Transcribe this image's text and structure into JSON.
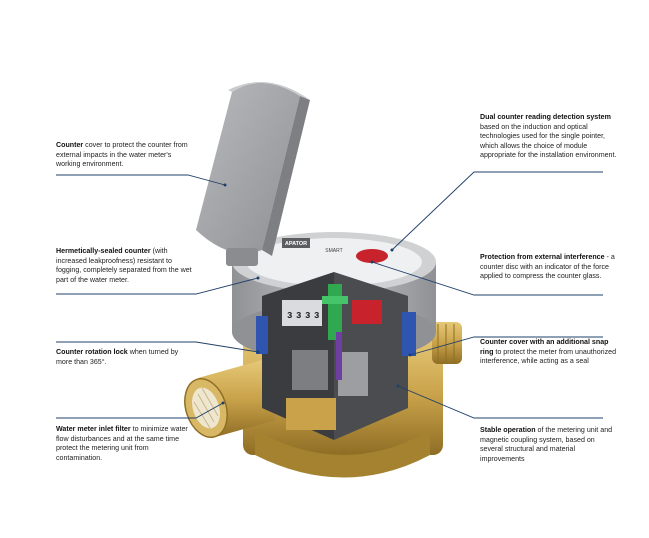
{
  "callouts": {
    "counter_cover": {
      "bold": "Counter",
      "text": " cover to protect the counter from external impacts in the water meter's working environment."
    },
    "hermetic_counter": {
      "bold": "Hermetically-sealed counter",
      "text": " (with increased leakproofness) resistant to fogging, completely separated from the wet part of the water meter."
    },
    "rotation_lock": {
      "bold": "Counter rotation lock",
      "text": " when turned by more than 365°."
    },
    "inlet_filter": {
      "bold": "Water meter inlet filter",
      "text": " to minimize water flow disturbances and at the same time protect the metering unit from contamination."
    },
    "dual_reading": {
      "bold": "Dual counter reading detection system",
      "text": " based on the induction and optical technologies used for the single pointer, which allows the choice of module appropriate for the installation environment."
    },
    "external_interference": {
      "bold": "Protection from external interference",
      "text": " - a counter disc with an indicator of the force applied to compress the counter glass."
    },
    "snap_ring": {
      "bold": "Counter cover with an additional snap ring",
      "text": " to protect the meter from unauthorized interference, while acting as a seal"
    },
    "stable_operation": {
      "bold": "Stable operation",
      "text": " of the metering unit and magnetic coupling system, based on several structural and material improvements"
    }
  },
  "device": {
    "brand": "APATOR",
    "model": "SMART",
    "counter_digits": [
      "3",
      "3",
      "3",
      "3"
    ]
  },
  "colors": {
    "leader_line": "#1f3f68",
    "lid_gray": "#9a9c9f",
    "body_gray": "#a8aaad",
    "brass": "#c9a24a",
    "blue_seal": "#2f55b0",
    "green_part": "#2fa84f",
    "red_part": "#c8232c"
  }
}
